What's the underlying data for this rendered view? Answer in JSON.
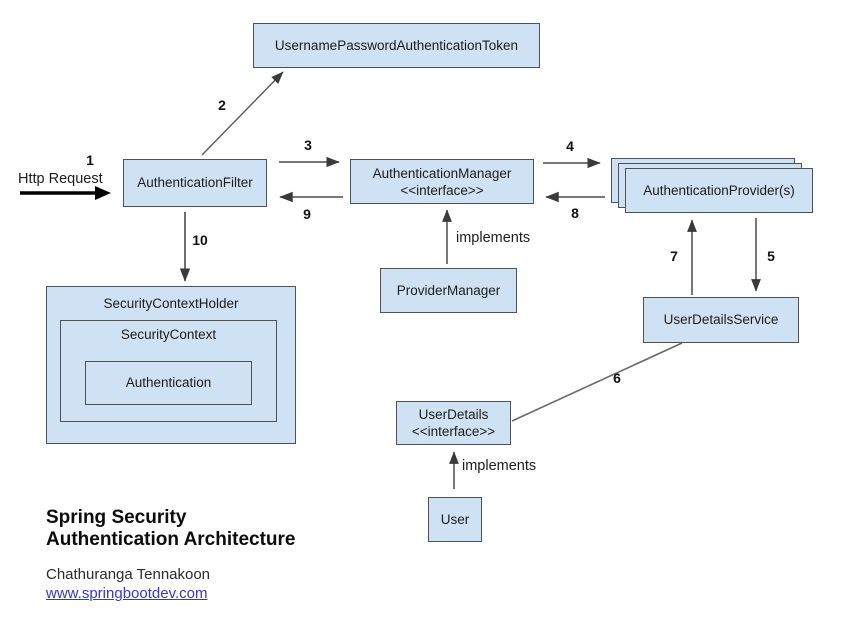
{
  "diagram": {
    "nodes": {
      "token": "UsernamePasswordAuthenticationToken",
      "filter": "AuthenticationFilter",
      "manager_line1": "AuthenticationManager",
      "manager_line2": "<<interface>>",
      "providers": "AuthenticationProvider(s)",
      "provider_manager": "ProviderManager",
      "security_context_holder": "SecurityContextHolder",
      "security_context": "SecurityContext",
      "authentication": "Authentication",
      "user_details_service": "UserDetailsService",
      "user_details_line1": "UserDetails",
      "user_details_line2": "<<interface>>",
      "user": "User"
    },
    "edge_labels": {
      "http_request": "Http Request",
      "implements_provider_manager": "implements",
      "implements_user": "implements"
    },
    "steps": {
      "s1": "1",
      "s2": "2",
      "s3": "3",
      "s4": "4",
      "s5": "5",
      "s6": "6",
      "s7": "7",
      "s8": "8",
      "s9": "9",
      "s10": "10"
    },
    "colors": {
      "box_fill": "#cfe2f3",
      "box_border": "#4d5257",
      "line": "#5a5a5a",
      "http_arrow": "#000000",
      "link": "#3636d2"
    }
  },
  "footer": {
    "title_line1": "Spring Security",
    "title_line2": "Authentication Architecture",
    "author": "Chathuranga Tennakoon",
    "website": "www.springbootdev.com"
  }
}
